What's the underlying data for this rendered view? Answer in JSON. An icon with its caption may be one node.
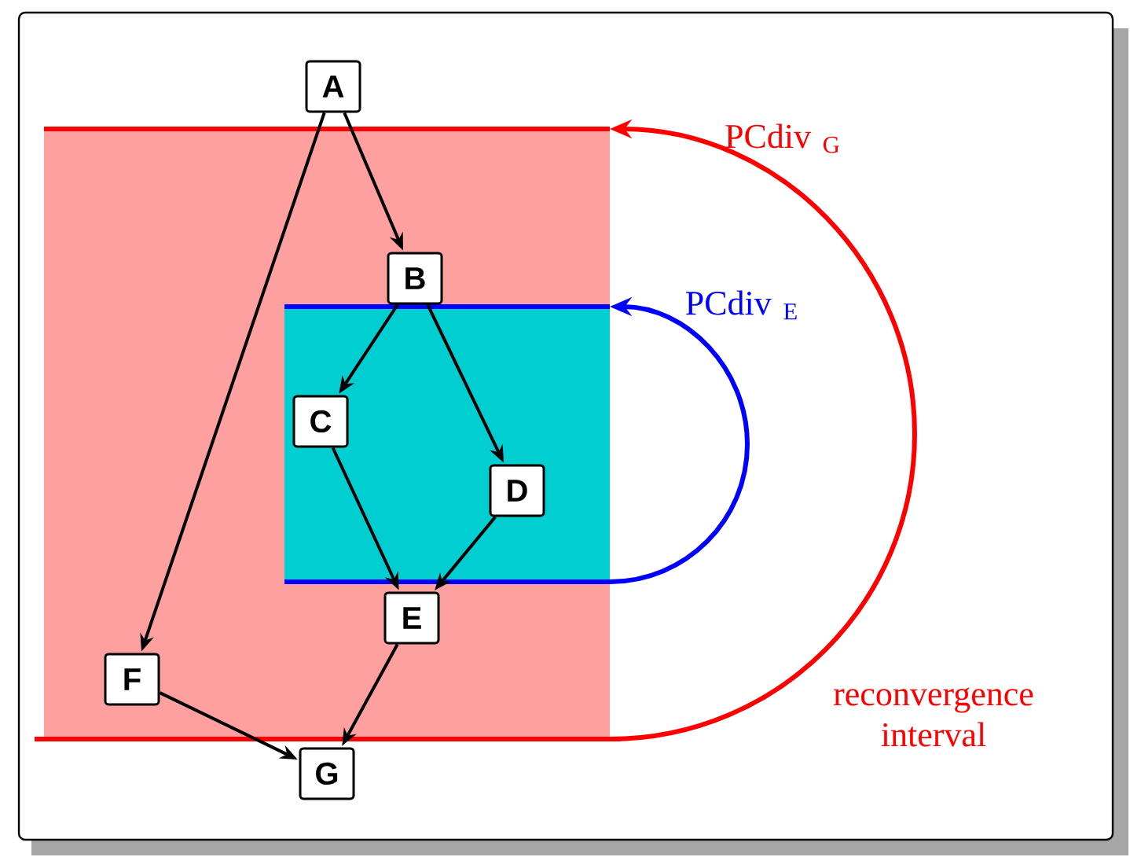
{
  "diagram": {
    "nodes": [
      {
        "text": [
          "A"
        ]
      },
      {
        "text": [
          "B"
        ]
      },
      {
        "text": [
          "C"
        ]
      },
      {
        "text": [
          "D"
        ]
      },
      {
        "text": [
          "E"
        ]
      },
      {
        "text": [
          "F"
        ]
      },
      {
        "text": [
          "G"
        ]
      }
    ],
    "edges": [
      {
        "from": 0,
        "to": 1,
        "arrow": "to"
      },
      {
        "from": 0,
        "to": 5,
        "arrow": "to"
      },
      {
        "from": 1,
        "to": 2,
        "arrow": "to"
      },
      {
        "from": 1,
        "to": 3,
        "arrow": "to"
      },
      {
        "from": 2,
        "to": 4,
        "arrow": "to"
      },
      {
        "from": 3,
        "to": 4,
        "arrow": "to"
      },
      {
        "from": 4,
        "to": 6,
        "arrow": "to"
      },
      {
        "from": 5,
        "to": 6,
        "arrow": "to"
      }
    ],
    "labels": [
      "PCdiv $_{G}$",
      "PCdiv $_{E}$",
      "reconvergence interval"
    ]
  }
}
